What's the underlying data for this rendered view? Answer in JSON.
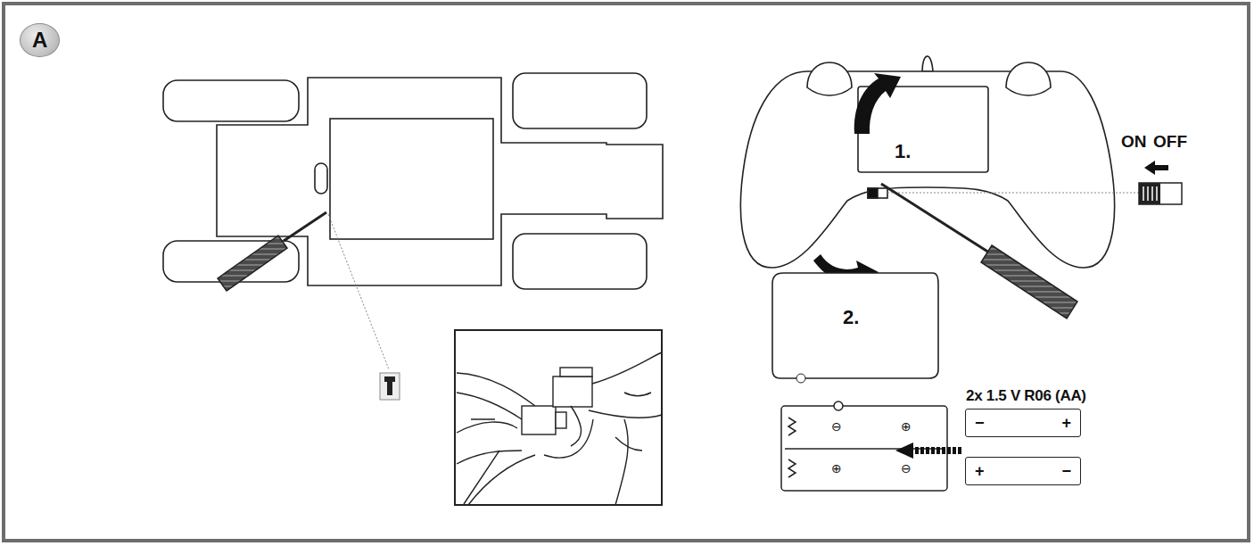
{
  "diagram": {
    "nodes": [
      {
        "text": [
          "A"
        ]
      },
      {
        "text": [
          "−",
          "+"
        ]
      },
      {
        "text": [
          "+",
          "−"
        ]
      }
    ],
    "labels": [
      "1.",
      "2.",
      "ON",
      "OFF",
      "2x 1.5 V R06 (AA)",
      "⊖",
      "⊕",
      "⊕",
      "⊖"
    ]
  }
}
